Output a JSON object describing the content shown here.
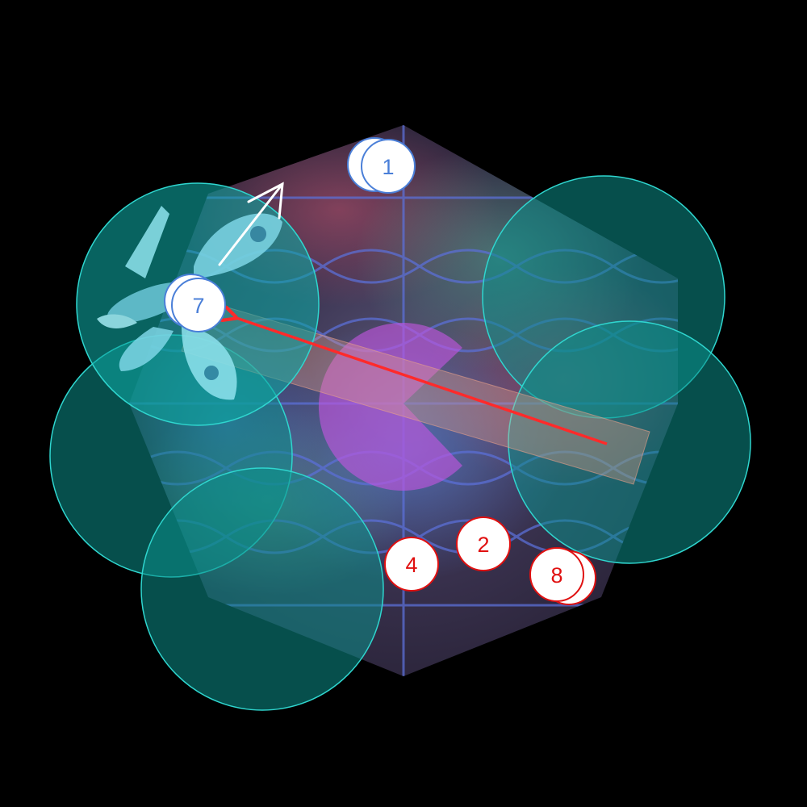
{
  "scene": {
    "background": "#000000",
    "map_tile": "hexagon-battlemap",
    "grid_color": "#5b6fd6"
  },
  "effects": {
    "aura_fill": "#0b8f8a",
    "aura_stroke": "#2fd6cf",
    "cone_fill": "#c456e0",
    "line_template_fill": "#e8a08a",
    "ruler_color": "#ff2a2a",
    "move_arrow_color": "#ffffff"
  },
  "tokens": {
    "token_1": {
      "label": "1",
      "side": "ally",
      "color": "#4a7fd8"
    },
    "token_7": {
      "label": "7",
      "side": "ally",
      "color": "#4a7fd8"
    },
    "token_2": {
      "label": "2",
      "side": "enemy",
      "color": "#e01010"
    },
    "token_4": {
      "label": "4",
      "side": "enemy",
      "color": "#e01010"
    },
    "token_8": {
      "label": "8",
      "side": "enemy",
      "color": "#e01010"
    }
  },
  "icons": {
    "creature": "winged-moth-creature-icon"
  }
}
